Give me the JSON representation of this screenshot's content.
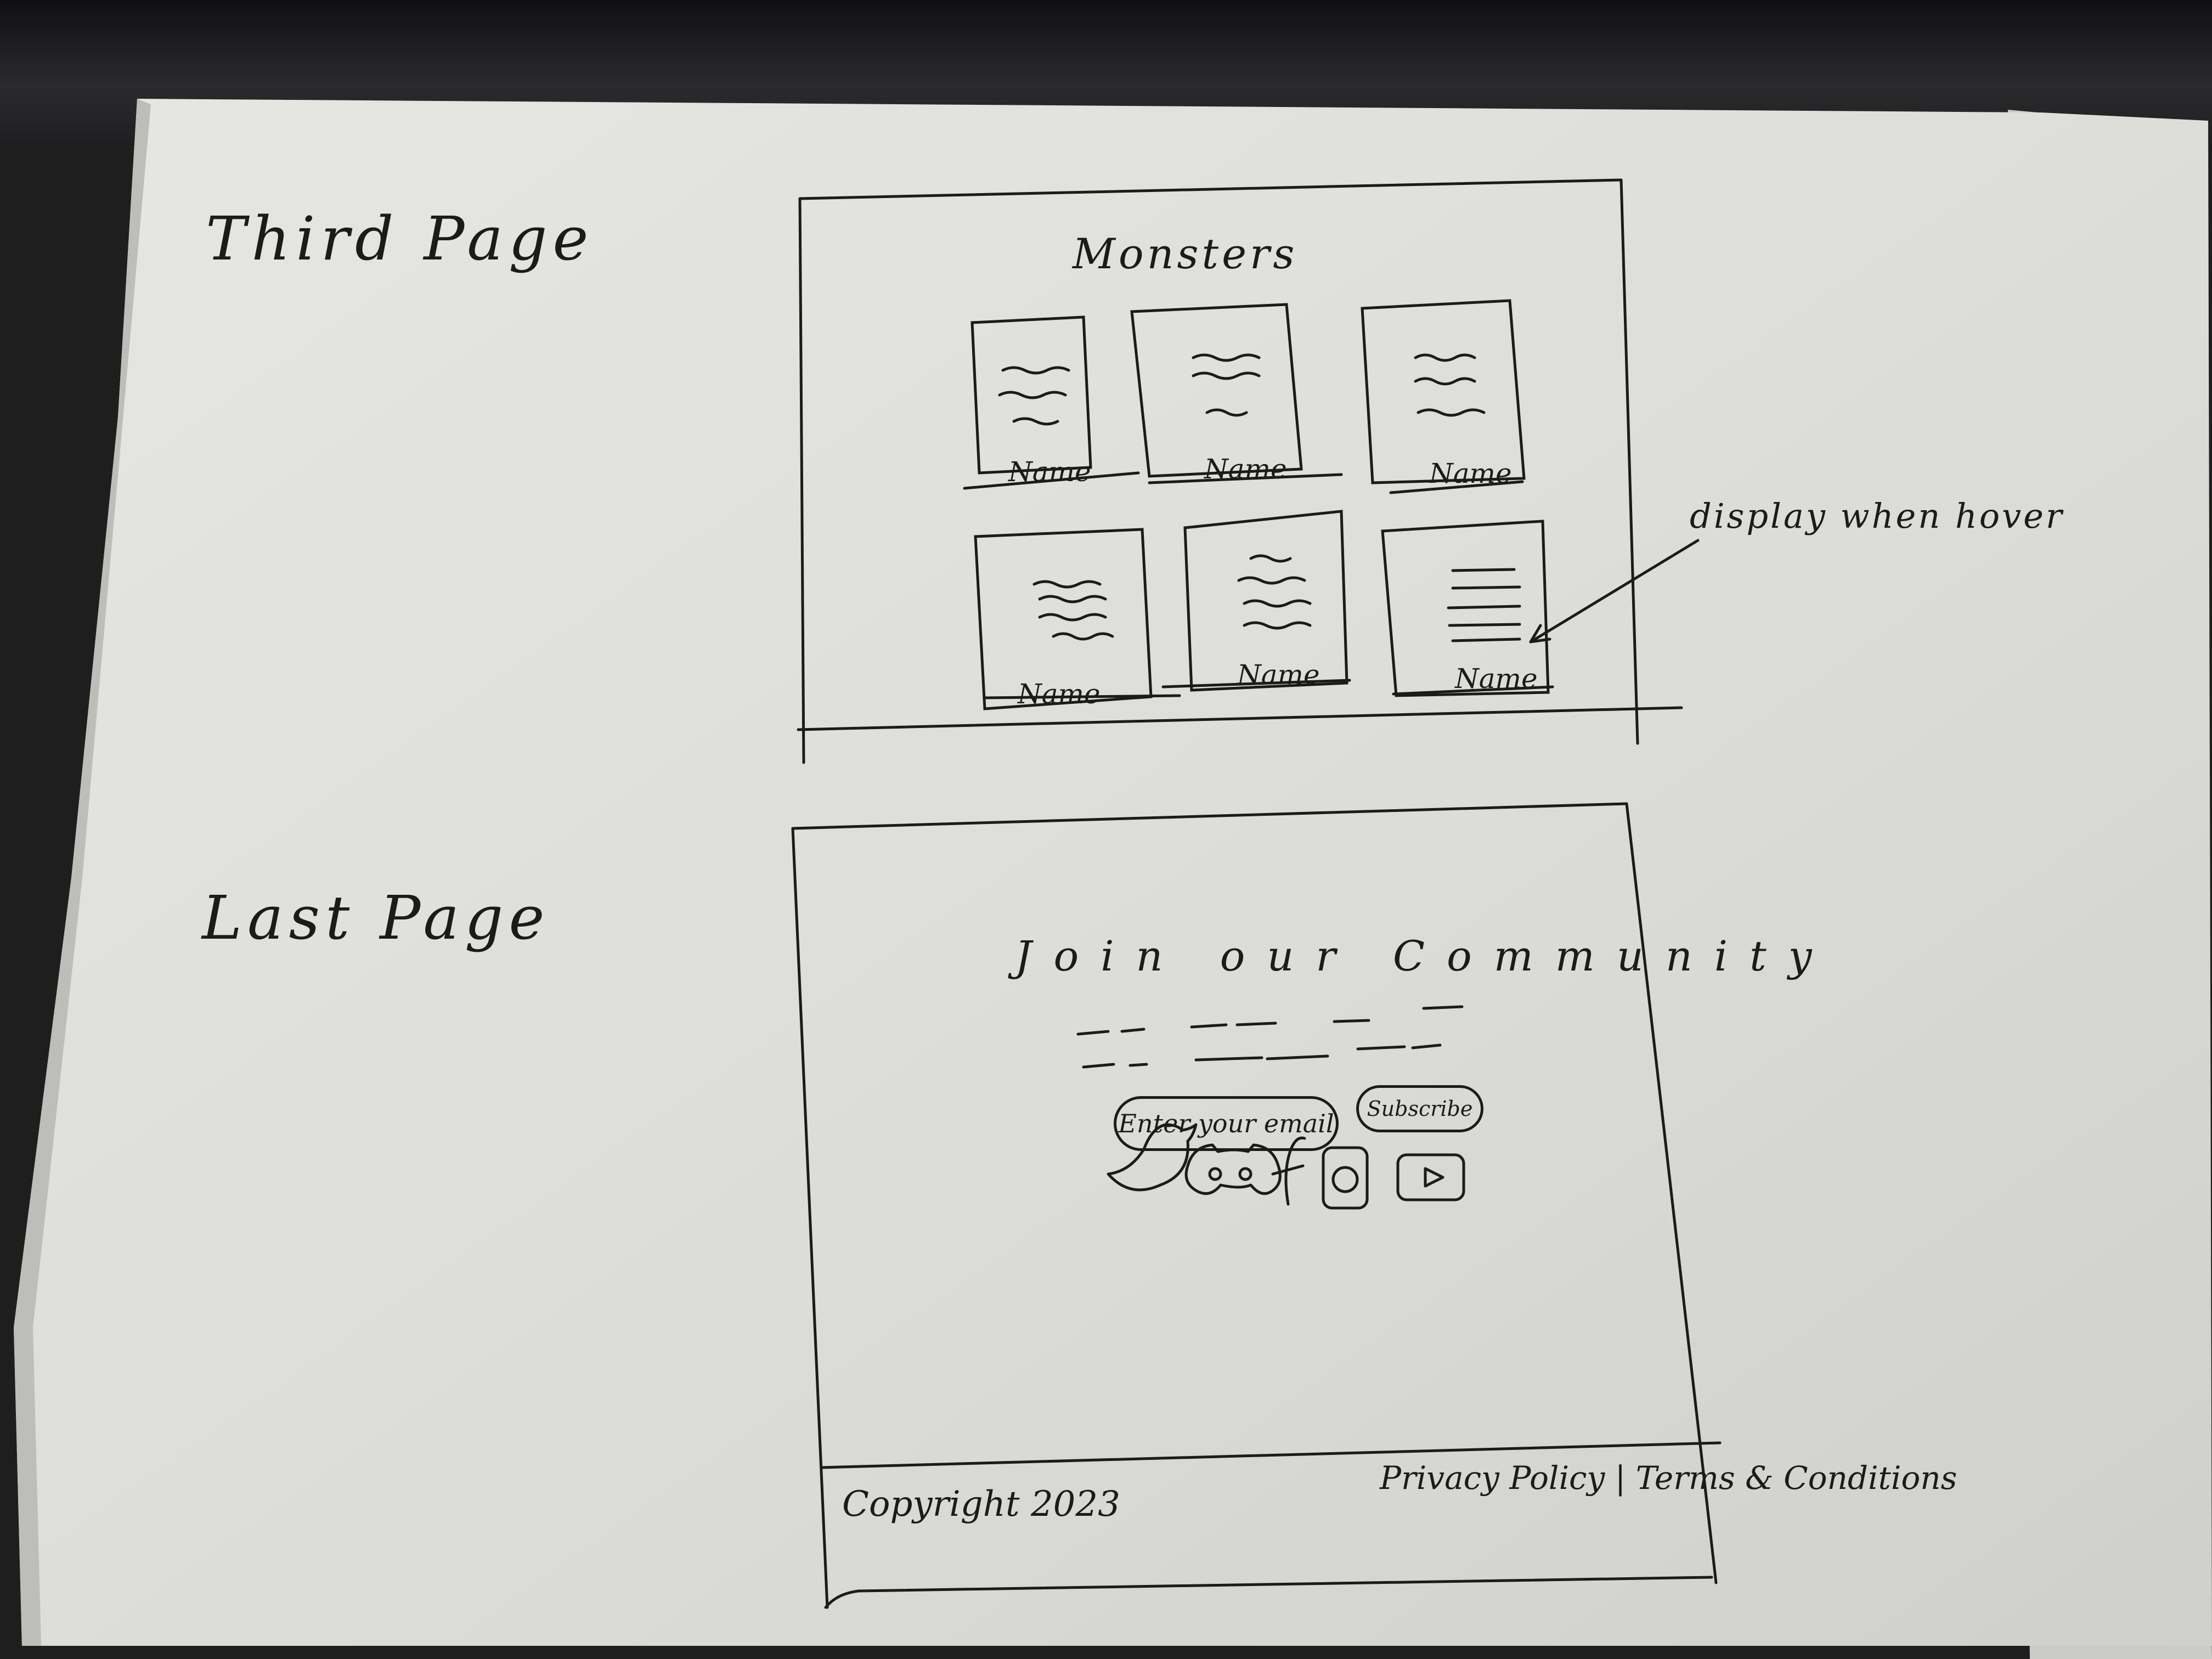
{
  "labels": {
    "third_page": "Third Page",
    "last_page": "Last Page"
  },
  "third_page": {
    "title": "Monsters",
    "cards": [
      {
        "name": "Name"
      },
      {
        "name": "Name"
      },
      {
        "name": "Name"
      },
      {
        "name": "Name"
      },
      {
        "name": "Name"
      },
      {
        "name": "Name"
      }
    ],
    "annotation": "display when hover"
  },
  "last_page": {
    "title": "Join our Community",
    "email_placeholder": "Enter your email",
    "subscribe_label": "Subscribe",
    "social_icons": [
      "twitter-icon",
      "discord-icon",
      "facebook-icon",
      "instagram-icon",
      "youtube-icon"
    ],
    "footer": {
      "copyright": "Copyright 2023",
      "links": "Privacy Policy | Terms & Conditions"
    }
  },
  "colors": {
    "paper": "#e2e2de",
    "ink": "#1b1b1b",
    "background": "#1e1e1f"
  }
}
